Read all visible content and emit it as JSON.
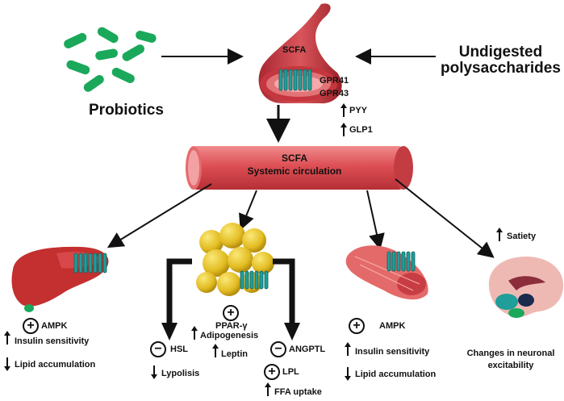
{
  "top": {
    "probiotics": "Probiotics",
    "undigested": "Undigested\npolysaccharides",
    "gut_label": "SCFA",
    "gpr41": "GPR41",
    "gpr43": "GPR43",
    "pyy": "PYY",
    "glp1": "GLP1"
  },
  "circulation": {
    "line1": "SCFA",
    "line2": "Systemic circulation"
  },
  "liver": {
    "ampk": "AMPK",
    "insulin": "Insulin sensitivity",
    "lipid": "Lipid accumulation"
  },
  "adipose": {
    "ppar": "PPAR-γ",
    "adipogenesis": "Adipogenesis",
    "leptin": "Leptin",
    "hsl": "HSL",
    "lypolisis": "Lypolisis",
    "angptl": "ANGPTL",
    "lpl": "LPL",
    "ffa": "FFA uptake"
  },
  "muscle": {
    "ampk": "AMPK",
    "insulin": "Insulin sensitivity",
    "lipid": "Lipid accumulation"
  },
  "brain": {
    "satiety": "Satiety",
    "neuronal": "Changes in neuronal\nexcitability"
  },
  "symbols": {
    "plus": "+",
    "minus": "−"
  },
  "colors": {
    "bacteria": "#1aa85a",
    "gut_red": "#c0393f",
    "tube_red": "#e05a5e",
    "receptor_teal": "#1f9e9a",
    "fat_yellow": "#e6c427",
    "liver_red": "#c4302f",
    "muscle_pink": "#e46a6a",
    "brain_pink": "#efb9b3"
  }
}
